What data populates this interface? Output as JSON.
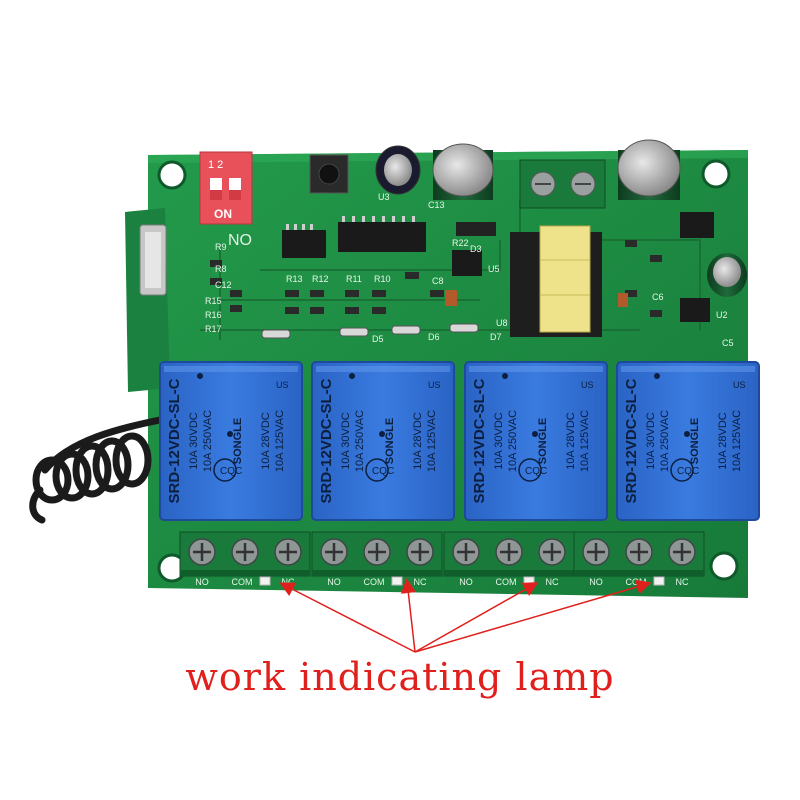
{
  "board": {
    "dip_switch": {
      "numbers": "1 2",
      "state": "ON"
    },
    "labels": {
      "no_top": "NO",
      "r13": "R13",
      "r12": "R12",
      "r11": "R11",
      "r10": "R10",
      "r9": "R9",
      "r22": "R22",
      "d3": "D3",
      "u5": "U5",
      "c13": "C13",
      "u3": "U3",
      "c8": "C8",
      "c6": "C6",
      "u2": "U2",
      "c5": "C5",
      "d5": "D5",
      "d6": "D6",
      "d7": "D7",
      "u8": "U8",
      "r8": "R8",
      "c12": "C12",
      "r15": "R15",
      "r16": "R16",
      "r17": "R17"
    }
  },
  "relays": [
    {
      "brand": "SONGLE",
      "model": "SRD-12VDC-SL-C",
      "rating_top": "10A 125VAC",
      "rating_top2": "10A 28VDC",
      "rating_bot": "10A 250VAC",
      "rating_bot2": "10A 30VDC",
      "cqc": "CQC",
      "us": "US"
    },
    {
      "brand": "SONGLE",
      "model": "SRD-12VDC-SL-C",
      "rating_top": "10A 125VAC",
      "rating_top2": "10A 28VDC",
      "rating_bot": "10A 250VAC",
      "rating_bot2": "10A 30VDC",
      "cqc": "CQC",
      "us": "US"
    },
    {
      "brand": "SONGLE",
      "model": "SRD-12VDC-SL-C",
      "rating_top": "10A 125VAC",
      "rating_top2": "10A 28VDC",
      "rating_bot": "10A 250VAC",
      "rating_bot2": "10A 30VDC",
      "cqc": "CQC",
      "us": "US"
    },
    {
      "brand": "SONGLE",
      "model": "SRD-12VDC-SL-C",
      "rating_top": "10A 125VAC",
      "rating_top2": "10A 28VDC",
      "rating_bot": "10A 250VAC",
      "rating_bot2": "10A 30VDC",
      "cqc": "CQC",
      "us": "US"
    }
  ],
  "terminal_labels": [
    {
      "no": "NO",
      "com": "COM",
      "nc": "NC"
    },
    {
      "no": "NO",
      "com": "COM",
      "nc": "NC"
    },
    {
      "no": "NO",
      "com": "COM",
      "nc": "NC"
    },
    {
      "no": "NO",
      "com": "COM",
      "nc": "NC"
    }
  ],
  "caption": "work indicating lamp",
  "colors": {
    "pcb": "#1f8f45",
    "relay": "#2f6fd0",
    "terminal": "#1a7a3c",
    "dip": "#e8505a",
    "arrow": "#e0201c"
  }
}
